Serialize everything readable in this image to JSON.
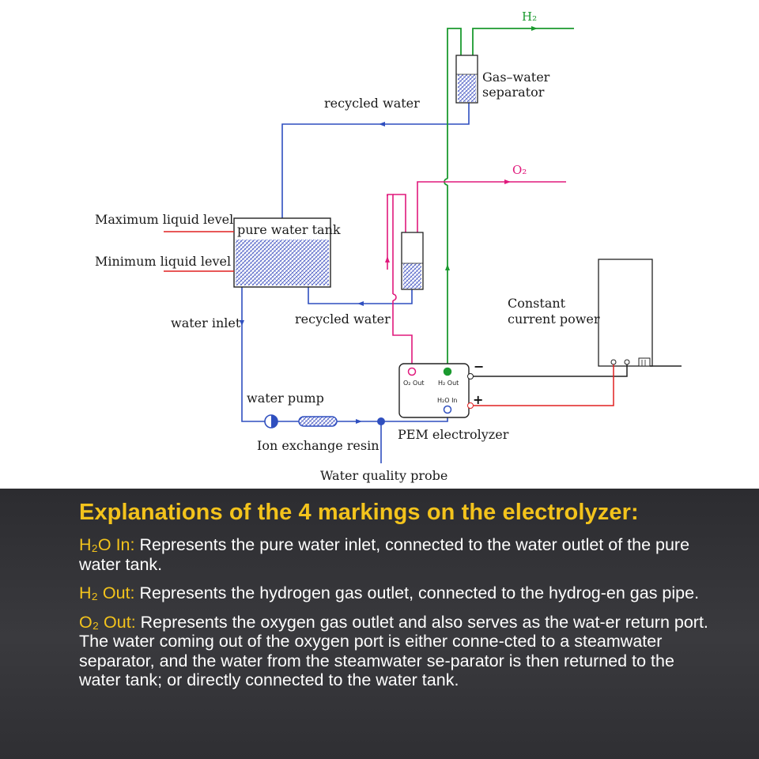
{
  "diagram": {
    "labels": {
      "h2": "H₂",
      "o2": "O₂",
      "separator_line1": "Gas–water",
      "separator_line2": "separator",
      "recycled_water_top": "recycled water",
      "recycled_water_mid": "recycled water",
      "max_level": "Maximum liquid level",
      "min_level": "Minimum liquid level",
      "tank": "pure water tank",
      "water_inlet": "water inlet",
      "constant_line1": "Constant",
      "constant_line2": "current power",
      "water_pump": "water pump",
      "ion_resin": "Ion exchange resin",
      "probe": "Water quality probe",
      "electrolyzer": "PEM electrolyzer",
      "port_o2_out": "O₂ Out",
      "port_h2_out": "H₂ Out",
      "port_h2o_in": "H₂O In",
      "minus": "−",
      "plus": "+"
    },
    "colors": {
      "hydrogen": "#1b9a2f",
      "oxygen": "#e0197c",
      "water": "#2f4fbf",
      "power_positive": "#e02020",
      "outline": "#222222"
    }
  },
  "explanation": {
    "title": "Explanations of the 4 markings on the electrolyzer:",
    "items": [
      {
        "term": "H₂O In:",
        "text": " Represents the pure water inlet, connected to the water outlet of the pure water tank."
      },
      {
        "term": "H₂ Out:",
        "text": " Represents the hydrogen gas outlet, connected to the hydrog-en gas pipe."
      },
      {
        "term": "O₂ Out:",
        "text": " Represents the oxygen gas outlet and also serves as the wat-er return port. The water coming out of the oxygen port is either conne-cted to a steamwater separator, and the water from the steamwater se-parator is then returned to the water tank; or directly connected to the water tank."
      }
    ],
    "colors": {
      "title": "#f3c31c",
      "term": "#f3c31c",
      "text": "#ffffff"
    }
  }
}
